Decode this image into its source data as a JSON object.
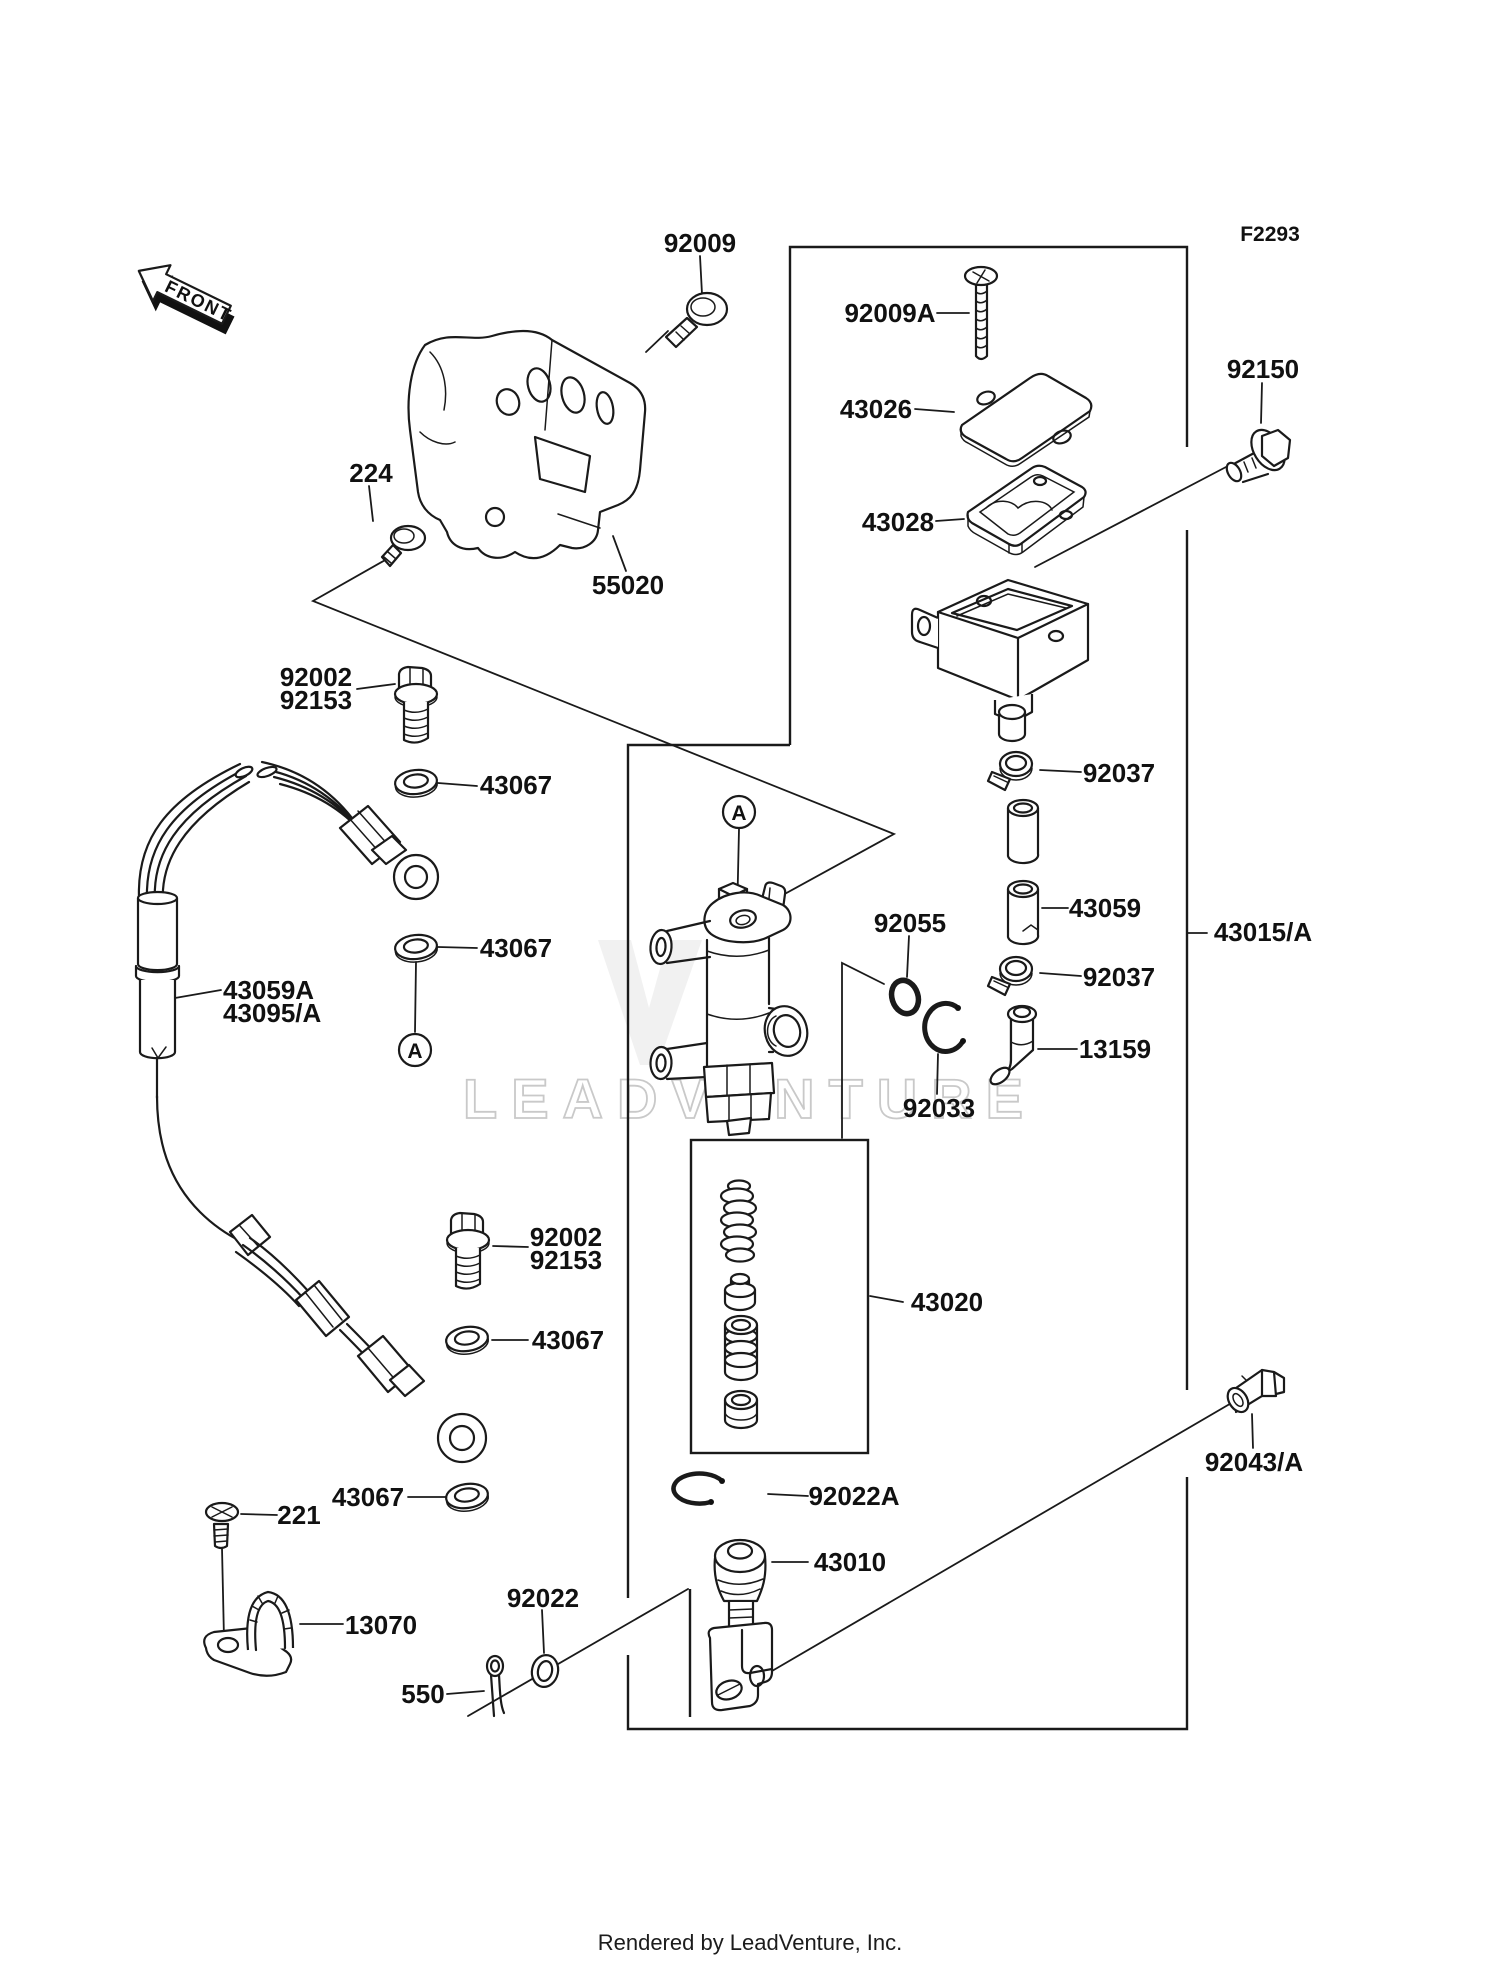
{
  "diagram": {
    "ref_code": "F2293",
    "front_label": "FRONT",
    "detail_marker": "A",
    "watermark": "LEADVENTURE",
    "footer": "Rendered by LeadVenture, Inc.",
    "ink_color": "#1a1a1a",
    "watermark_color": "#c9c9c9",
    "background_color": "#ffffff"
  },
  "callouts": {
    "p92009": "92009",
    "p92009a": "92009A",
    "p43026": "43026",
    "p43028": "43028",
    "p92150": "92150",
    "p224": "224",
    "p55020": "55020",
    "p92002_1": "92002",
    "p92153_1": "92153",
    "p43067_1": "43067",
    "p43067_2": "43067",
    "p43067_3": "43067",
    "p43067_4": "43067",
    "p43059a": "43059A",
    "p43095": "43095/A",
    "p92055": "92055",
    "p92037_1": "92037",
    "p92037_2": "92037",
    "p43059": "43059",
    "p43015": "43015/A",
    "p13159": "13159",
    "p92033": "92033",
    "p92002_2": "92002",
    "p92153_2": "92153",
    "p43020": "43020",
    "p92022a": "92022A",
    "p43010": "43010",
    "p92043": "92043/A",
    "p221": "221",
    "p13070": "13070",
    "p92022": "92022",
    "p550": "550"
  }
}
